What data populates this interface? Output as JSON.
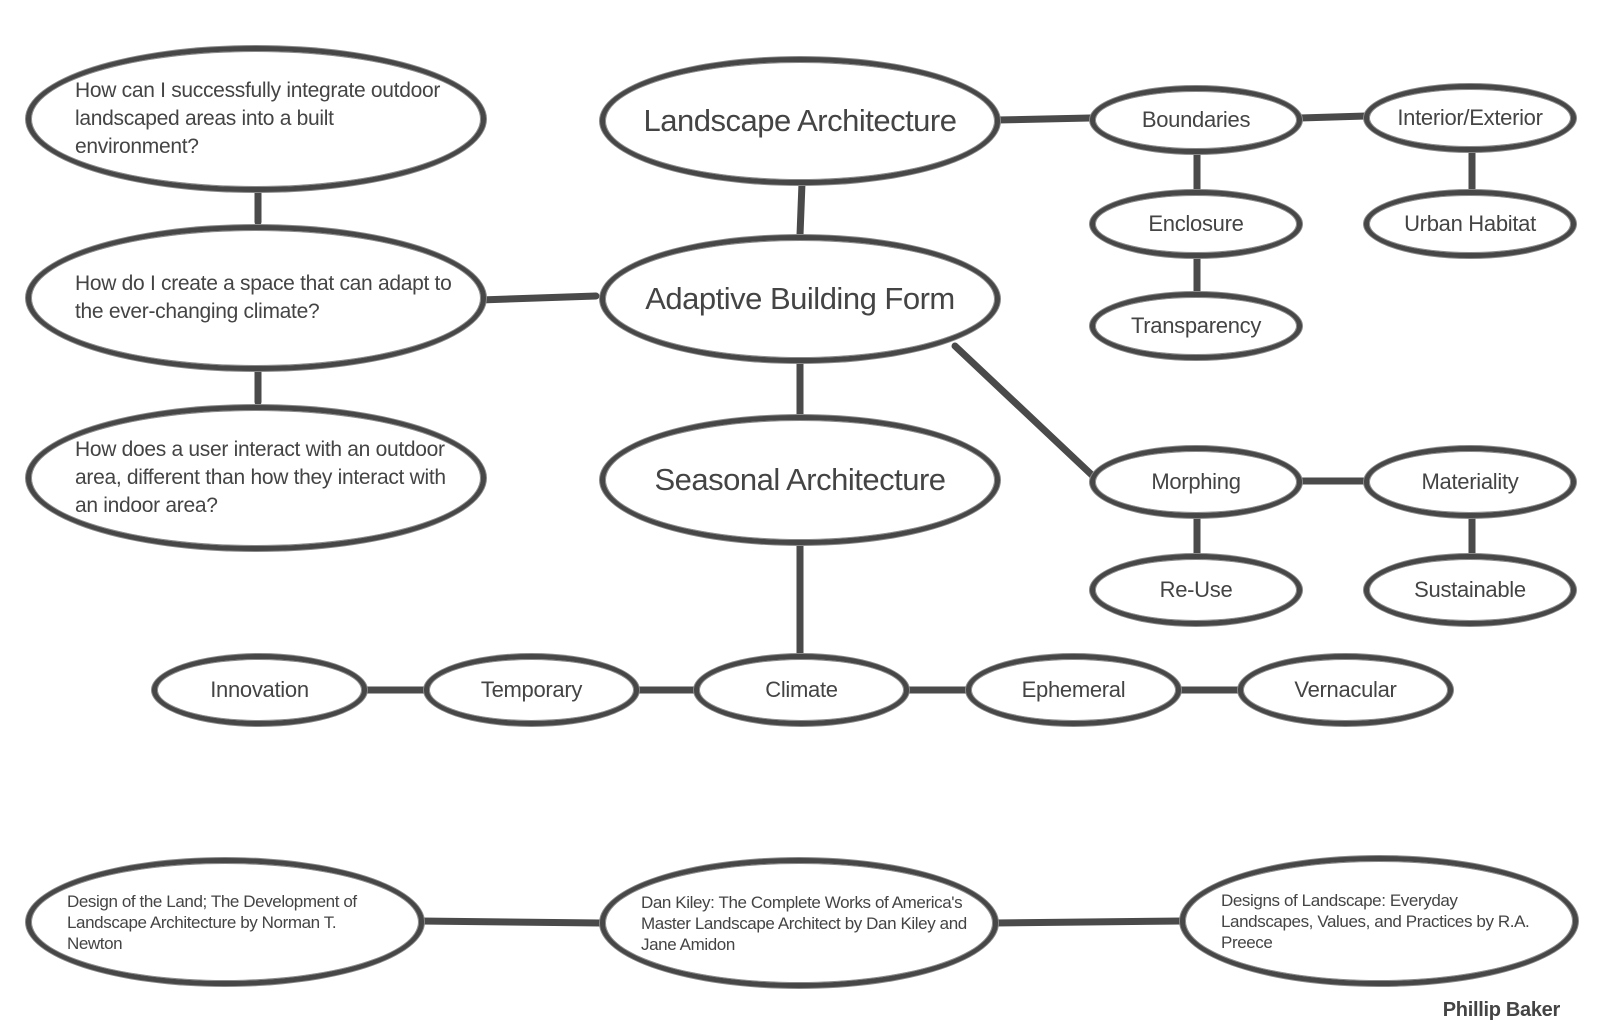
{
  "central": {
    "landscape": "Landscape Architecture",
    "adaptive": "Adaptive Building Form",
    "seasonal": "Seasonal Architecture"
  },
  "questions": [
    "How can I successfully integrate outdoor landscaped areas into a built environment?",
    "How do I create a space that can adapt to the ever-changing climate?",
    "How does a user interact with an outdoor area, different than how they interact with an indoor area?"
  ],
  "landscape_branch": {
    "boundaries": "Boundaries",
    "interior_exterior": "Interior/Exterior",
    "enclosure": "Enclosure",
    "urban_habitat": "Urban Habitat",
    "transparency": "Transparency"
  },
  "adaptive_branch": {
    "morphing": "Morphing",
    "materiality": "Materiality",
    "re_use": "Re-Use",
    "sustainable": "Sustainable"
  },
  "seasonal_branch": {
    "innovation": "Innovation",
    "temporary": "Temporary",
    "climate": "Climate",
    "ephemeral": "Ephemeral",
    "vernacular": "Vernacular"
  },
  "references": [
    "Design of the Land; The Development of Landscape Architecture by Norman T. Newton",
    "Dan Kiley: The Complete Works of America's Master Landscape Architect by Dan Kiley and Jane Amidon",
    "Designs of Landscape: Everyday Landscapes, Values, and Practices by R.A. Preece"
  ],
  "author": "Phillip Baker"
}
